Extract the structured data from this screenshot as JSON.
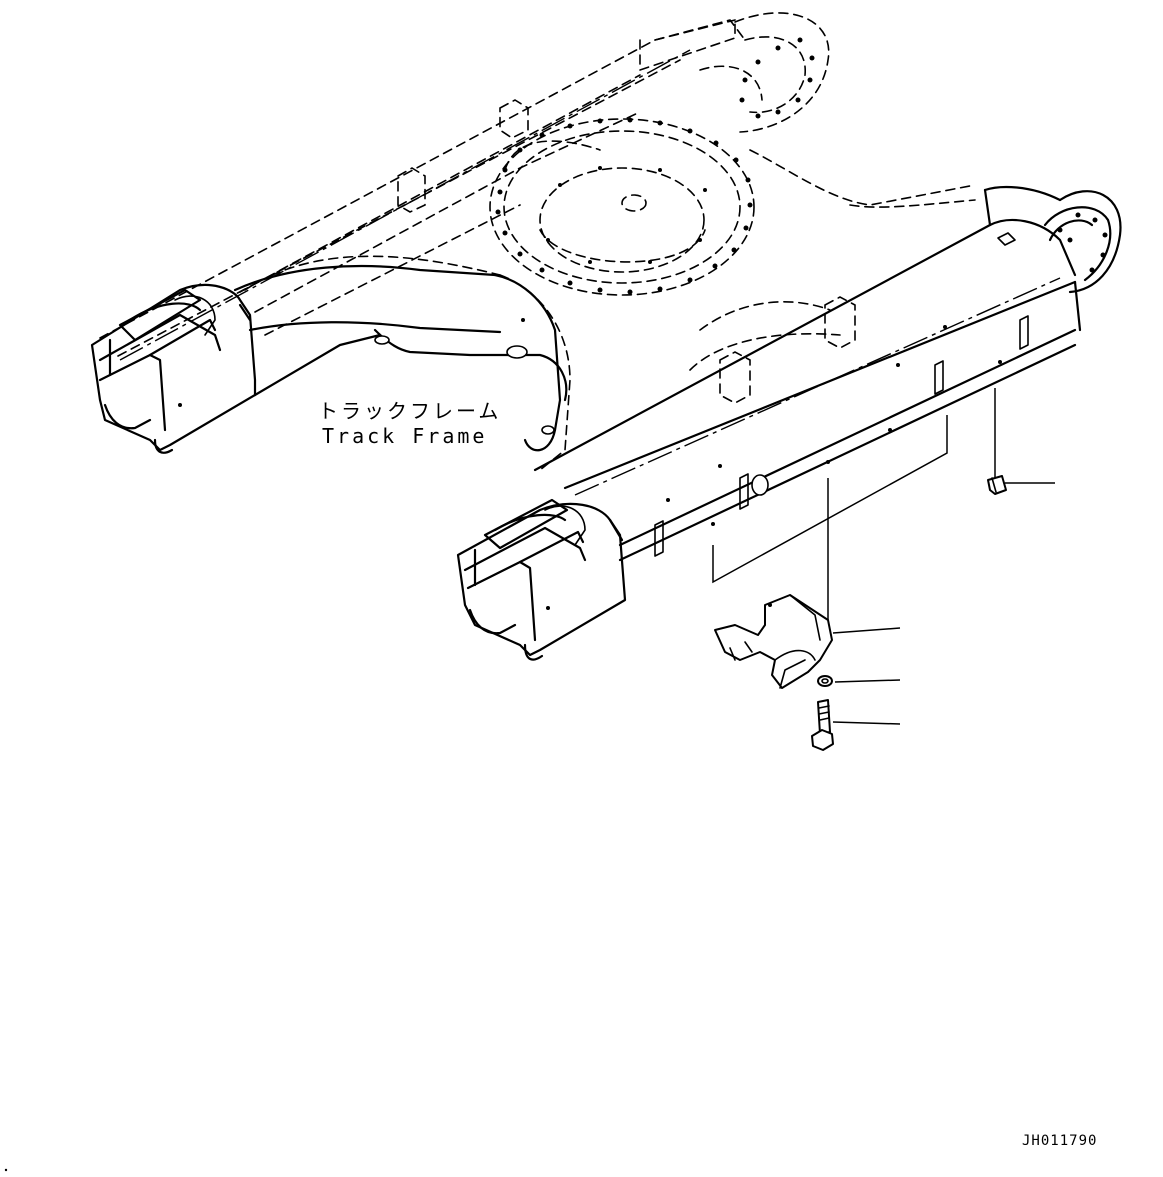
{
  "labels": {
    "part_name_jp": "トラックフレーム",
    "part_name_en": "Track Frame"
  },
  "drawing_code": "JH011790"
}
